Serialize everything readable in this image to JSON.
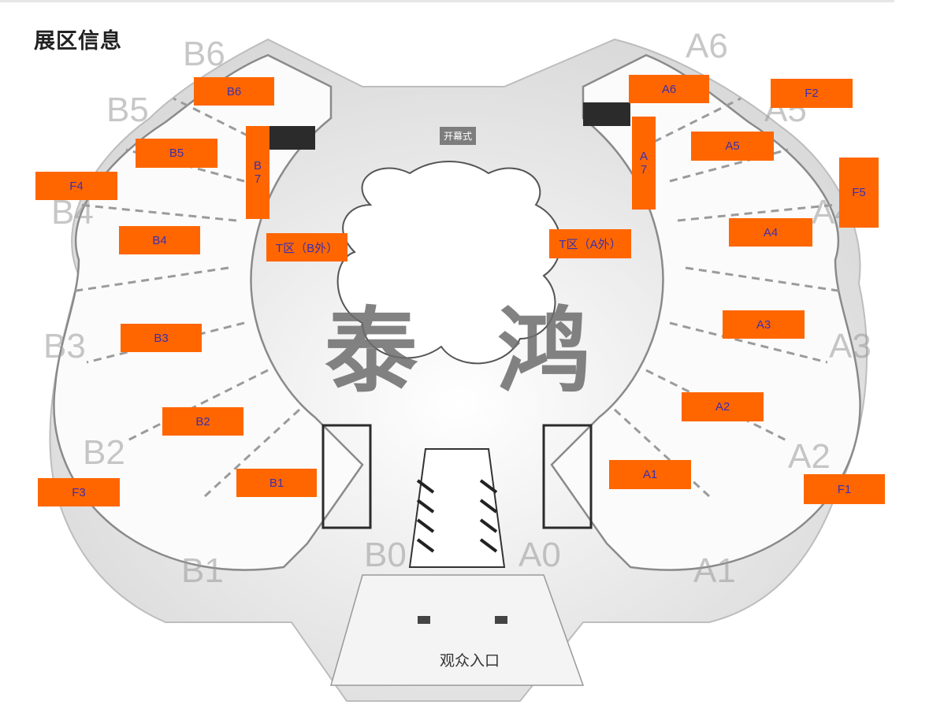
{
  "page": {
    "title": "展区信息"
  },
  "colors": {
    "zone_fill": "#ff6600",
    "zone_text": "#3a2fb0",
    "floor": "#f7f7f7",
    "wall": "#cfcfcf"
  },
  "map": {
    "watermark": "泰 鸿",
    "entrance_label": "观众入口",
    "opening_label": "开幕式",
    "zones": [
      {
        "id": "B6",
        "label": "B6"
      },
      {
        "id": "B7",
        "label": "B7"
      },
      {
        "id": "B5",
        "label": "B5"
      },
      {
        "id": "F4",
        "label": "F4"
      },
      {
        "id": "B4",
        "label": "B4"
      },
      {
        "id": "T-B",
        "label": "T区（B外）"
      },
      {
        "id": "B3",
        "label": "B3"
      },
      {
        "id": "B2",
        "label": "B2"
      },
      {
        "id": "B1",
        "label": "B1"
      },
      {
        "id": "F3",
        "label": "F3"
      },
      {
        "id": "A6",
        "label": "A6"
      },
      {
        "id": "F2",
        "label": "F2"
      },
      {
        "id": "A7",
        "label": "A7"
      },
      {
        "id": "A5",
        "label": "A5"
      },
      {
        "id": "F5",
        "label": "F5"
      },
      {
        "id": "T-A",
        "label": "T区（A外）"
      },
      {
        "id": "A4",
        "label": "A4"
      },
      {
        "id": "A3",
        "label": "A3"
      },
      {
        "id": "A2",
        "label": "A2"
      },
      {
        "id": "A1",
        "label": "A1"
      },
      {
        "id": "F1",
        "label": "F1"
      }
    ],
    "ghost_labels": [
      "B6",
      "B5",
      "B4",
      "B3",
      "B2",
      "B1",
      "B0",
      "A0",
      "A1",
      "A2",
      "A3",
      "A4",
      "A5",
      "A6"
    ]
  }
}
